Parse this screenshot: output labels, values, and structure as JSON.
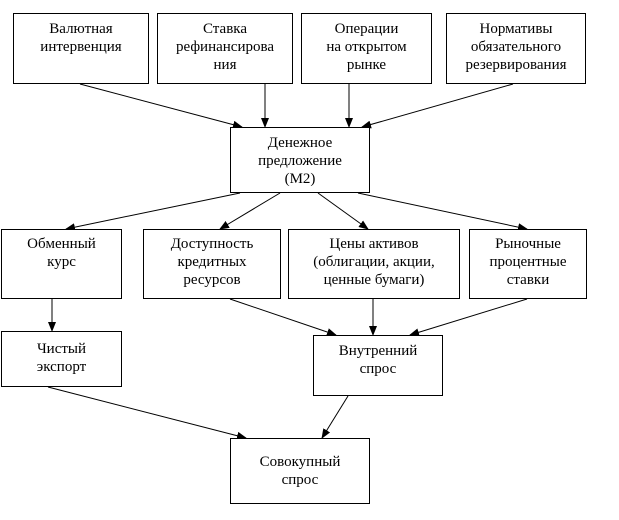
{
  "boxes": {
    "currency_intervention": "Валютная\nинтервенция",
    "refinancing_rate": "Ставка\nрефинансирова\nния",
    "open_market_operations": "Операции\nна открытом\nрынке",
    "reserve_requirements": "Нормативы\nобязательного\nрезервирования",
    "money_supply": "Денежное\nпредложение\n(М2)",
    "exchange_rate": "Обменный\nкурс",
    "credit_availability": "Доступность\nкредитных\nресурсов",
    "asset_prices": "Цены активов\n(облигации,  акции,\nценные бумаги)",
    "market_interest_rates": "Рыночные\nпроцентные\nставки",
    "net_exports": "Чистый\nэкспорт",
    "domestic_demand": "Внутренний\nспрос",
    "aggregate_demand": "Совокупный\nспрос"
  },
  "colors": {
    "line": "#000000",
    "background": "#ffffff",
    "text": "#000000"
  }
}
